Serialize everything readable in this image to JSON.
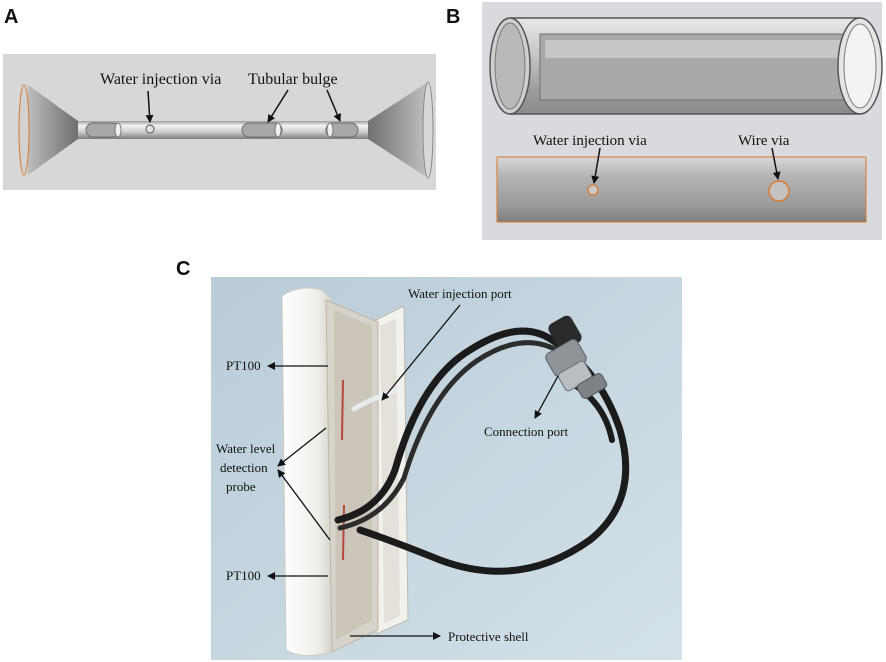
{
  "panels": {
    "a": {
      "letter": "A",
      "labels": {
        "water_injection_via": "Water injection via",
        "tubular_bulge": "Tubular bulge"
      }
    },
    "b": {
      "letter": "B",
      "labels": {
        "water_injection_via": "Water injection via",
        "wire_via": "Wire via"
      }
    },
    "c": {
      "letter": "C",
      "labels": {
        "water_injection_port": "Water injection port",
        "pt100_top": "PT100",
        "water_level_line1": "Water level",
        "water_level_line2": "detection",
        "water_level_line3": "probe",
        "connection_port": "Connection port",
        "pt100_bottom": "PT100",
        "protective_shell": "Protective shell"
      }
    }
  },
  "colors": {
    "panel_a_bg": "#d6d7d9",
    "panel_b_bg": "#d9dadd",
    "panel_c_bg": "#c4d5df",
    "metal_light": "#e6e6e6",
    "metal_dark": "#8a8a8a",
    "orange_edge": "#d9782a",
    "cable": "#1b1b1b",
    "shell_white": "#f4f2ee"
  }
}
